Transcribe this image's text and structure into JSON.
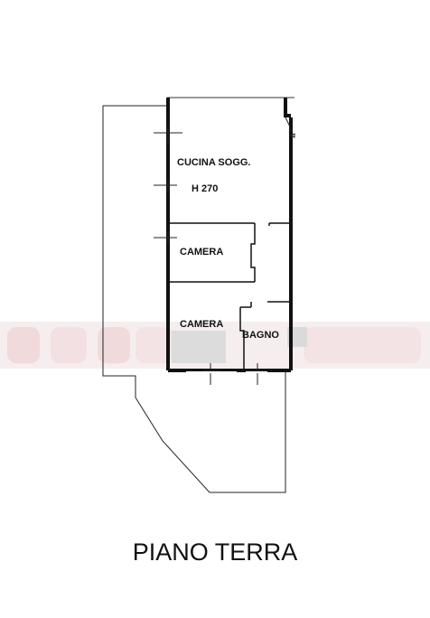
{
  "plan": {
    "title": "PIANO TERRA",
    "rooms": {
      "cucina": "CUCINA SOGG.",
      "height": "H 270",
      "camera1": "CAMERA",
      "camera2": "CAMERA",
      "bagno": "BAGNO"
    }
  },
  "colors": {
    "line": "#222222",
    "wall": "#111111",
    "watermark": "#e8c9cc",
    "blur": "#d5d5d5"
  }
}
